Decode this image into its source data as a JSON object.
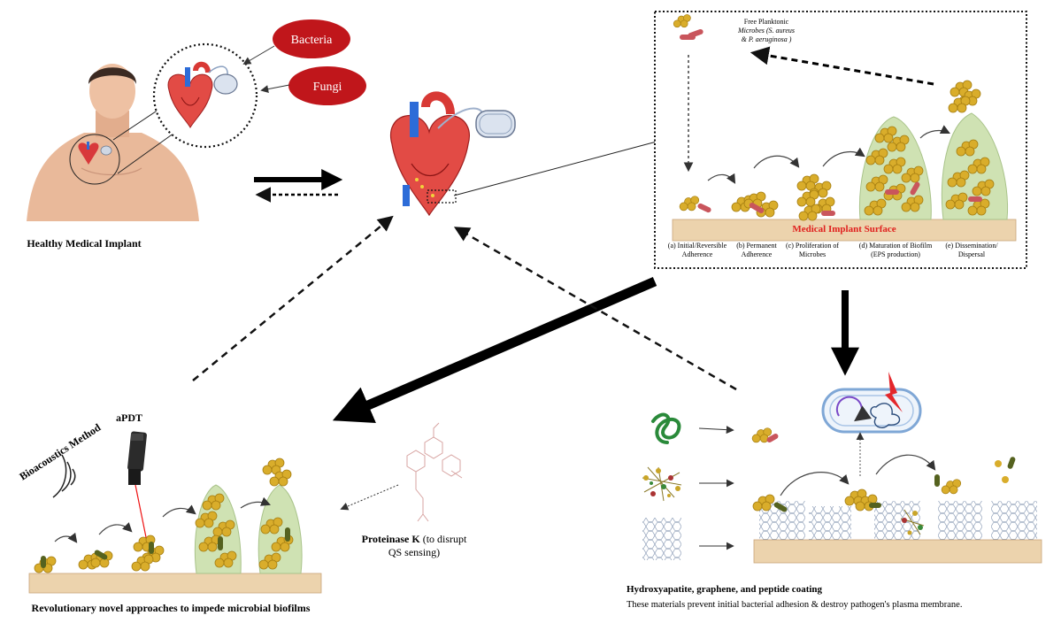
{
  "labels": {
    "bacteria": "Bacteria",
    "fungi": "Fungi",
    "healthy_implant": "Healthy Medical Implant",
    "free_planktonic_l1": "Free Planktonic",
    "free_planktonic_l2": "Microbes (S. aureus",
    "free_planktonic_l3": "& P. aeruginosa )",
    "implant_surface": "Medical Implant Surface",
    "stages": [
      {
        "l1": "(a) Initial/Reversible",
        "l2": "Adherence"
      },
      {
        "l1": "(b) Permanent",
        "l2": "Adherence"
      },
      {
        "l1": "(c) Proliferation of",
        "l2": "Microbes"
      },
      {
        "l1": "(d) Maturation of Biofilm",
        "l2": "(EPS production)"
      },
      {
        "l1": "(e) Dissemination/",
        "l2": "Dispersal"
      }
    ],
    "bioacoustics": "Bioacoustics Method",
    "apdt": "aPDT",
    "proteinase_bold": "Proteinase K",
    "proteinase_rest": " (to disrupt",
    "proteinase_l2": "QS sensing)",
    "novel_approaches": "Revolutionary novel approaches to impede microbial  biofilms",
    "coating_title": "Hydroxyapatite, graphene, and peptide coating",
    "coating_desc": "These materials prevent initial bacterial adhesion & destroy pathogen's  plasma membrane."
  },
  "colors": {
    "bacteria_red": "#c0161b",
    "cocci": "#d9ad2b",
    "rod": "#c9555c",
    "rod_green": "#55621f",
    "biofilm": "#cfe2b3",
    "surface": "#ecd3ad",
    "surface_label": "#e0201e",
    "skin": "#e9b99a"
  },
  "icons": [
    "human-figure-icon",
    "heart-with-pacemaker-icon",
    "flashlight-icon",
    "molecule-icon",
    "graphene-lattice-icon",
    "peptide-icon",
    "bacterial-cell-icon",
    "lightning-icon",
    "sound-waves-icon"
  ]
}
